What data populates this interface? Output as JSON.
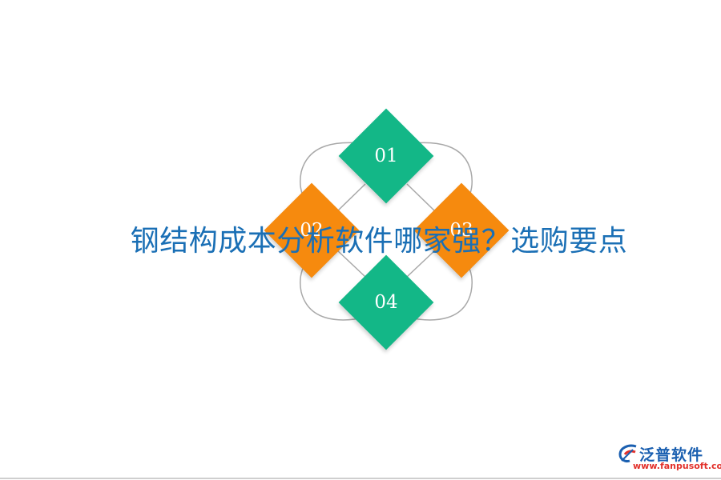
{
  "diagram": {
    "items": [
      {
        "label": "01",
        "color": "#13b787"
      },
      {
        "label": "02",
        "color": "#f68a0e"
      },
      {
        "label": "03",
        "color": "#f68a0e"
      },
      {
        "label": "04",
        "color": "#13b787"
      }
    ],
    "connector_color": "#a8a8a8"
  },
  "title": {
    "text": "钢结构成本分析软件哪家强？选购要点",
    "color": "#1a6fb5"
  },
  "logo": {
    "name": "泛普软件",
    "url": "www.fanpusoft.com",
    "icon": "fanpu-logo-icon"
  }
}
